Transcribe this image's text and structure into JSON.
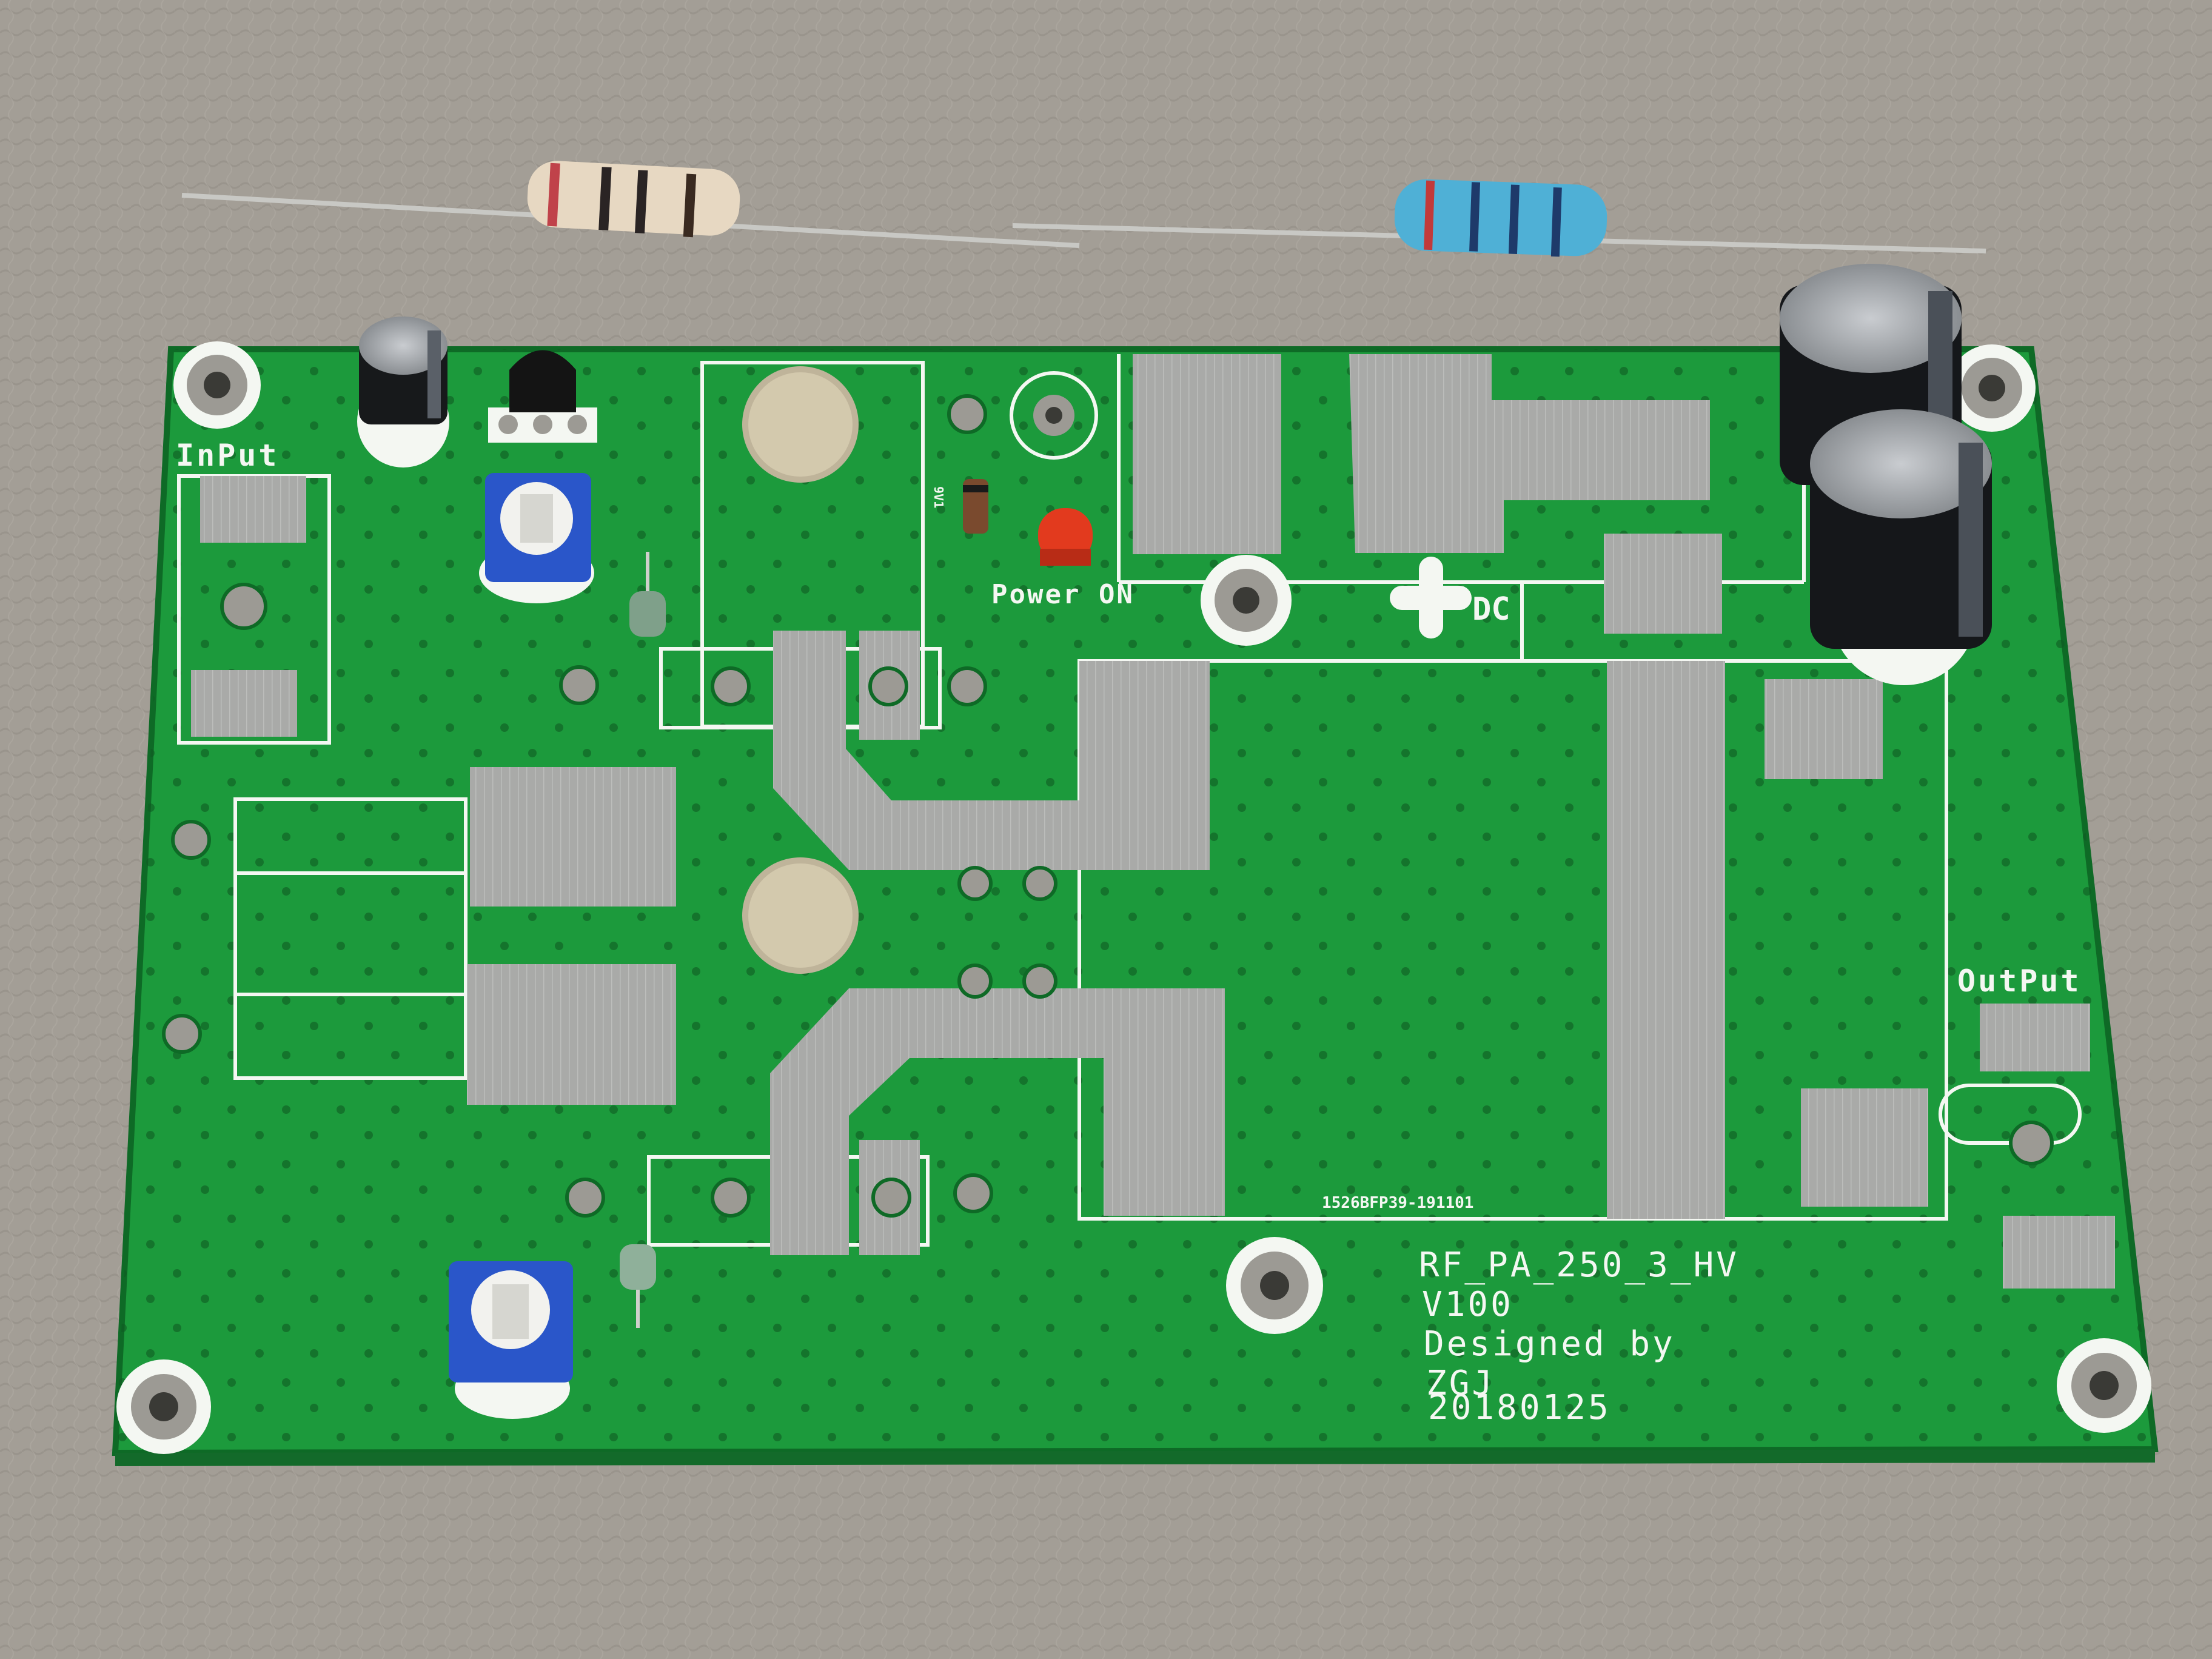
{
  "board": {
    "title": "RF_PA_250_3_HV",
    "version": "V100",
    "credit": "Designed by",
    "author": "ZGJ",
    "date": "20180125",
    "date_code": "1526BFP39-191101"
  },
  "labels": {
    "input": "InPut",
    "output": "OutPut",
    "power": "Power ON",
    "dc": "DC",
    "diode": "9V1"
  },
  "colors": {
    "pcb": "#1c9a3c",
    "silkscreen": "#f4f7f2",
    "pad": "#a9aaa8",
    "background": "#a39e96",
    "led": "#e23a1e",
    "trimmer": "#2a56c9"
  },
  "icons": [
    "resistor-icon",
    "capacitor-icon",
    "transistor-icon",
    "trimmer-potentiometer-icon",
    "led-icon",
    "diode-icon",
    "mounting-hole-icon"
  ]
}
